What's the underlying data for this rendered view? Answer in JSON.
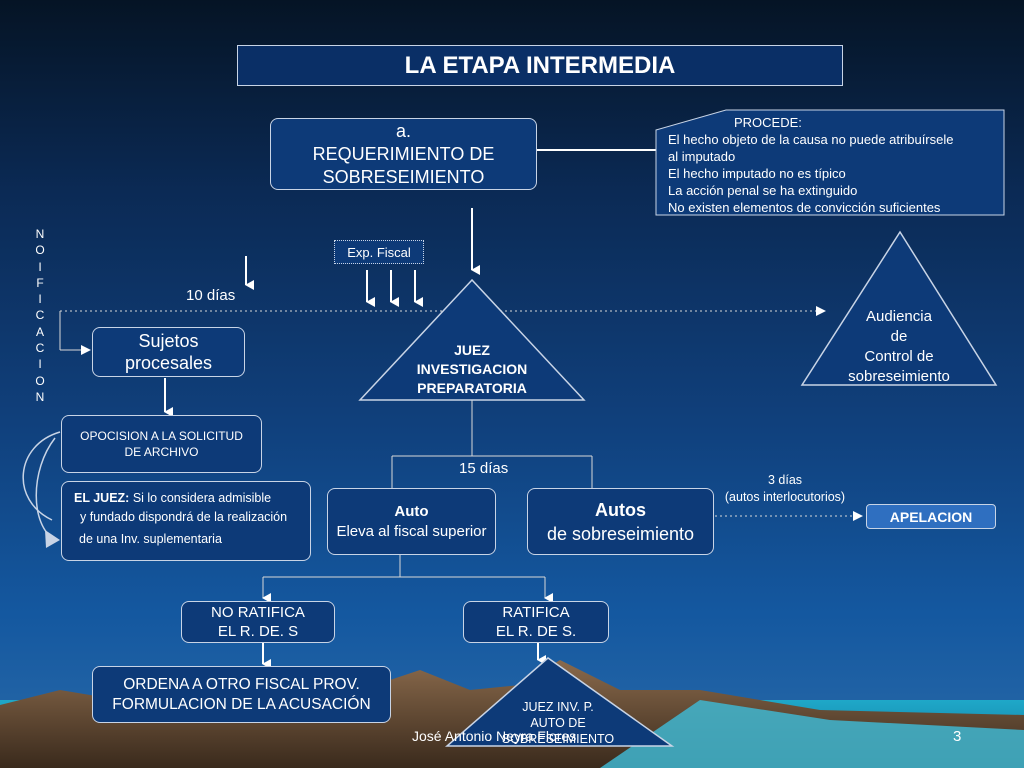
{
  "title": "LA ETAPA INTERMEDIA",
  "requerimiento": {
    "line1": "a.",
    "line2": "REQUERIMIENTO DE",
    "line3": "SOBRESEIMIENTO"
  },
  "procede": {
    "header": "PROCEDE:",
    "items": [
      "El hecho objeto de la causa no puede atribuírsele",
      "al imputado",
      "El hecho imputado no es típico",
      "La acción penal se ha extinguido",
      "No existen elementos de convicción suficientes"
    ]
  },
  "notificacion_letters": [
    "N",
    "O",
    "I",
    "F",
    "I",
    "C",
    "A",
    "C",
    "I",
    "O",
    "N"
  ],
  "exp_fiscal": "Exp. Fiscal",
  "diez_dias": "10 días",
  "sujetos": {
    "line1": "Sujetos",
    "line2": "procesales"
  },
  "juez": {
    "line1": "JUEZ",
    "line2": "INVESTIGACION",
    "line3": "PREPARATORIA"
  },
  "audiencia": {
    "line1": "Audiencia",
    "line2": "de",
    "line3": "Control de",
    "line4": "sobreseimiento"
  },
  "oposicion": {
    "line1": "OPOCISION A LA SOLICITUD",
    "line2": "DE ARCHIVO"
  },
  "el_juez": {
    "bold": "EL JUEZ:",
    "rest": " Si lo considera admisible",
    "line2": "y fundado dispondrá de la realización",
    "line3": "de una Inv. suplementaria"
  },
  "quince_dias": "15 días",
  "auto": {
    "line1": "Auto",
    "line2": "Eleva al fiscal superior"
  },
  "autos": {
    "line1": "Autos",
    "line2": "de sobreseimiento"
  },
  "tres_dias": {
    "line1": "3 días",
    "line2": "(autos interlocutorios)"
  },
  "apelacion": "APELACION",
  "no_ratifica": {
    "line1": "NO RATIFICA",
    "line2": "EL R. DE. S"
  },
  "ratifica": {
    "line1": "RATIFICA",
    "line2": "EL R. DE S."
  },
  "ordena": {
    "line1": "ORDENA A OTRO FISCAL PROV.",
    "line2": "FORMULACION DE LA ACUSACIÓN"
  },
  "juez_inv": {
    "line1": "JUEZ INV. P.",
    "line2": "AUTO DE",
    "line3": "SOBRESEIMIENTO"
  },
  "footer": {
    "author": "José Antonio Neyra Flores",
    "page": "3"
  },
  "colors": {
    "box_fill": "#0d3a78",
    "box_border": "#c8d4e6",
    "apelacion_fill": "#2f6fc0",
    "title_fill": "#0a2f66"
  }
}
